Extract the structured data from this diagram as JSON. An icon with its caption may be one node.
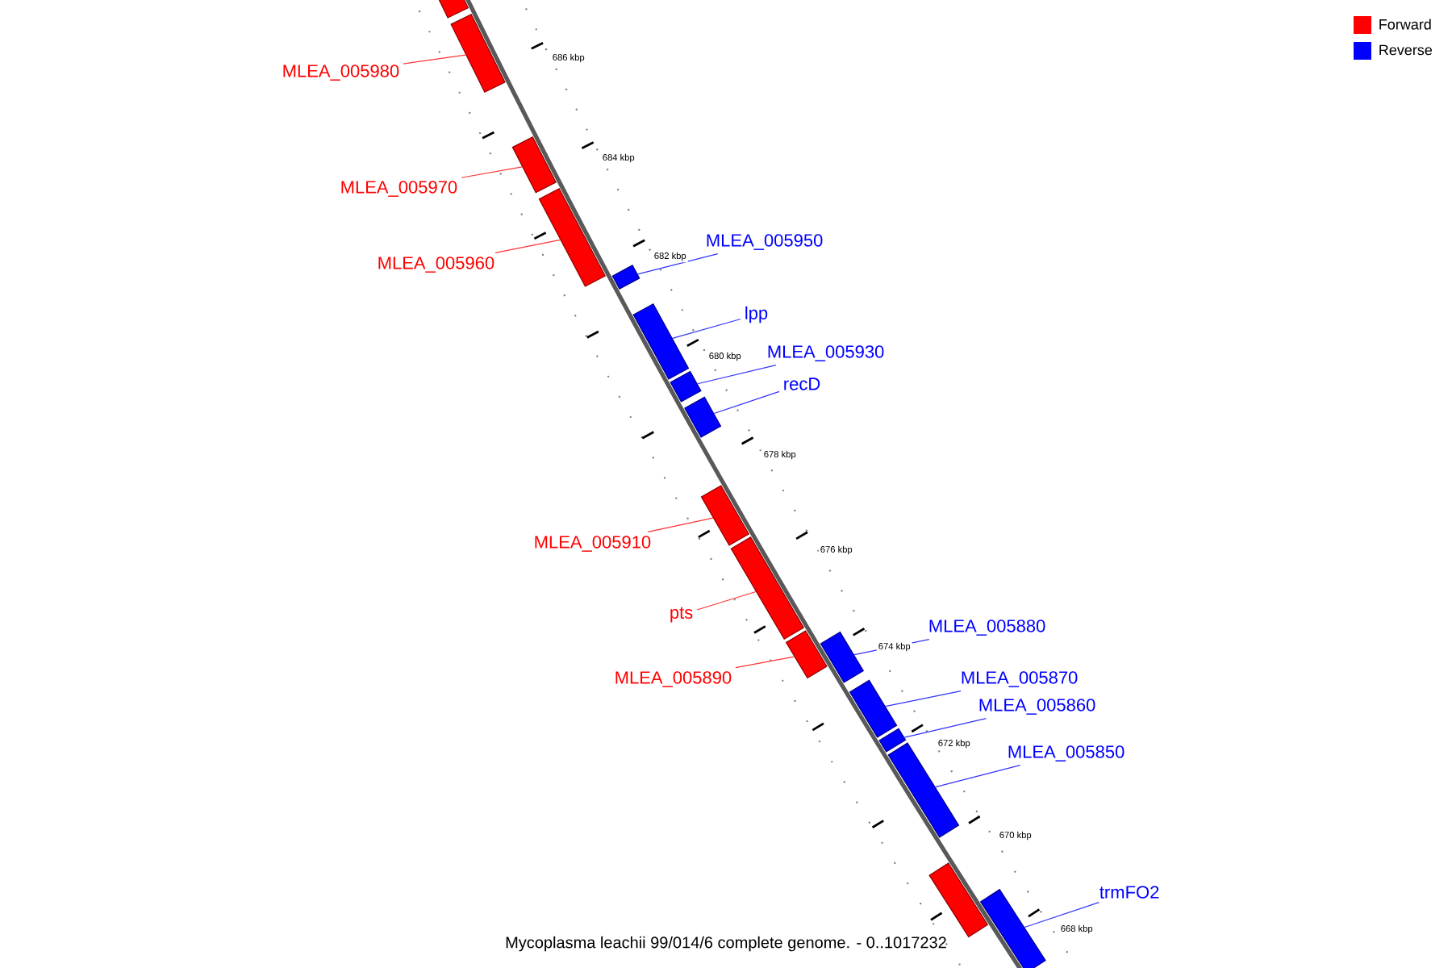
{
  "diagram": {
    "caption": "Mycoplasma leachii 99/014/6 complete genome. - 0..1017232",
    "nodes": [
      {
        "text": [],
        "shape": "bar"
      },
      {
        "text": [
          "MLEA_005980"
        ]
      },
      {
        "text": [],
        "shape": "bar"
      },
      {
        "text": [
          "MLEA_005970"
        ]
      },
      {
        "text": [],
        "shape": "bar"
      },
      {
        "text": [
          "MLEA_005960"
        ]
      },
      {
        "text": [],
        "shape": "bar"
      },
      {
        "text": [
          "MLEA_005950"
        ]
      },
      {
        "text": [],
        "shape": "bar"
      },
      {
        "text": [
          "lpp"
        ]
      },
      {
        "text": [],
        "shape": "bar"
      },
      {
        "text": [
          "MLEA_005930"
        ]
      },
      {
        "text": [],
        "shape": "bar"
      },
      {
        "text": [
          "recD"
        ]
      },
      {
        "text": [],
        "shape": "bar"
      },
      {
        "text": [
          "MLEA_005910"
        ]
      },
      {
        "text": [],
        "shape": "bar"
      },
      {
        "text": [
          "pts"
        ]
      },
      {
        "text": [],
        "shape": "bar"
      },
      {
        "text": [
          "MLEA_005890"
        ]
      },
      {
        "text": [],
        "shape": "bar"
      },
      {
        "text": [
          "MLEA_005880"
        ]
      },
      {
        "text": [],
        "shape": "bar"
      },
      {
        "text": [
          "MLEA_005870"
        ]
      },
      {
        "text": [],
        "shape": "bar"
      },
      {
        "text": [
          "MLEA_005860"
        ]
      },
      {
        "text": [],
        "shape": "bar"
      },
      {
        "text": [
          "MLEA_005850"
        ]
      },
      {
        "text": [],
        "shape": "bar"
      },
      {
        "text": [],
        "shape": "bar"
      },
      {
        "text": [
          "trmFO2"
        ]
      },
      {
        "text": [],
        "shape": "bar"
      }
    ],
    "edges": [
      {
        "from": 1,
        "to": 2,
        "arrow": "none",
        "color": "#ff3333"
      },
      {
        "from": 3,
        "to": 4,
        "arrow": "none",
        "color": "#ff3333"
      },
      {
        "from": 5,
        "to": 6,
        "arrow": "none",
        "color": "#ff3333"
      },
      {
        "from": 7,
        "to": 8,
        "arrow": "none"
      },
      {
        "from": 9,
        "to": 10,
        "arrow": "none"
      },
      {
        "from": 11,
        "to": 12,
        "arrow": "none"
      },
      {
        "from": 13,
        "to": 14,
        "arrow": "none"
      },
      {
        "from": 15,
        "to": 16,
        "arrow": "none",
        "color": "#ff3333"
      },
      {
        "from": 17,
        "to": 18,
        "arrow": "none",
        "color": "#ff3333"
      },
      {
        "from": 19,
        "to": 20,
        "arrow": "none",
        "color": "#ff3333"
      },
      {
        "from": 21,
        "to": 22,
        "arrow": "none"
      },
      {
        "from": 23,
        "to": 24,
        "arrow": "none"
      },
      {
        "from": 25,
        "to": 26,
        "arrow": "none"
      },
      {
        "from": 27,
        "to": 28,
        "arrow": "none"
      },
      {
        "from": 30,
        "to": 31,
        "arrow": "none"
      }
    ],
    "labels": [
      "686 kbp",
      "684 kbp",
      "682 kbp",
      "680 kbp",
      "678 kbp",
      "676 kbp",
      "674 kbp",
      "672 kbp",
      "670 kbp",
      "668 kbp"
    ],
    "legend": [
      {
        "text": "Forward",
        "color": "#ff0000"
      },
      {
        "text": "Reverse",
        "color": "#0000ff"
      }
    ]
  }
}
